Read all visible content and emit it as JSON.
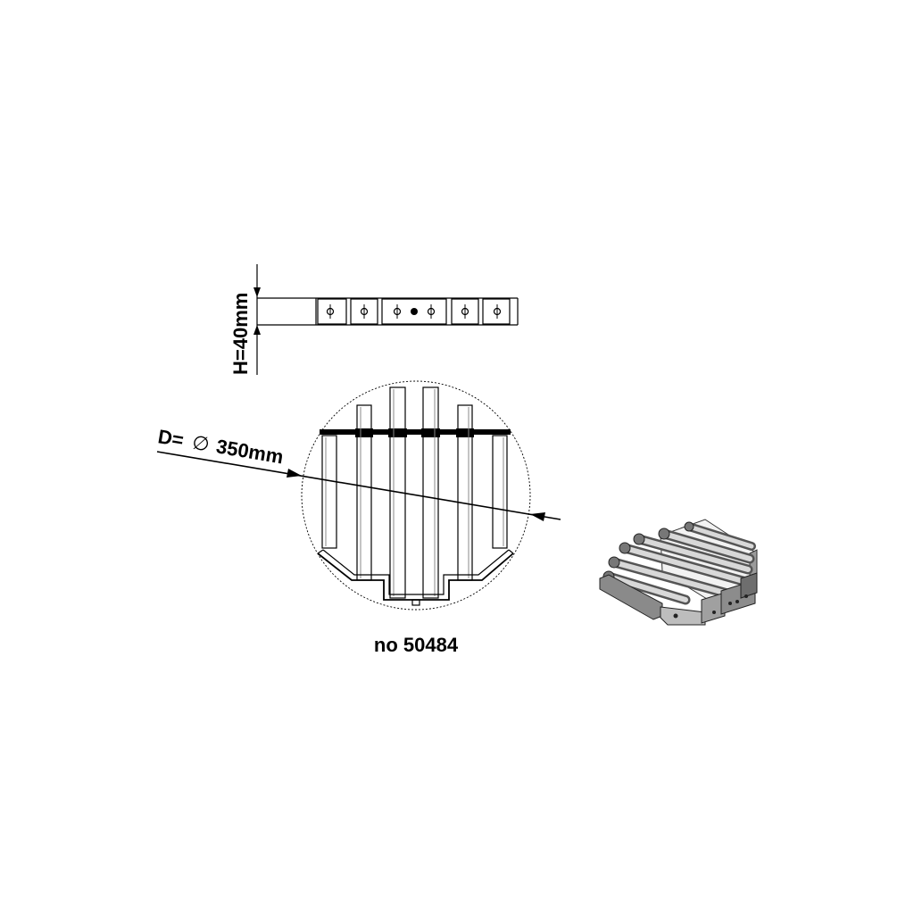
{
  "labels": {
    "height": "H=40mm",
    "diameter_prefix": "D=",
    "diameter_symbol": "∅",
    "diameter_value": "350mm",
    "part_number": "no 50484"
  },
  "colors": {
    "line": "#000000",
    "background": "#ffffff",
    "steel_light": "#e6e6e6",
    "steel_mid": "#a9a9a9",
    "steel_dark": "#555555"
  }
}
